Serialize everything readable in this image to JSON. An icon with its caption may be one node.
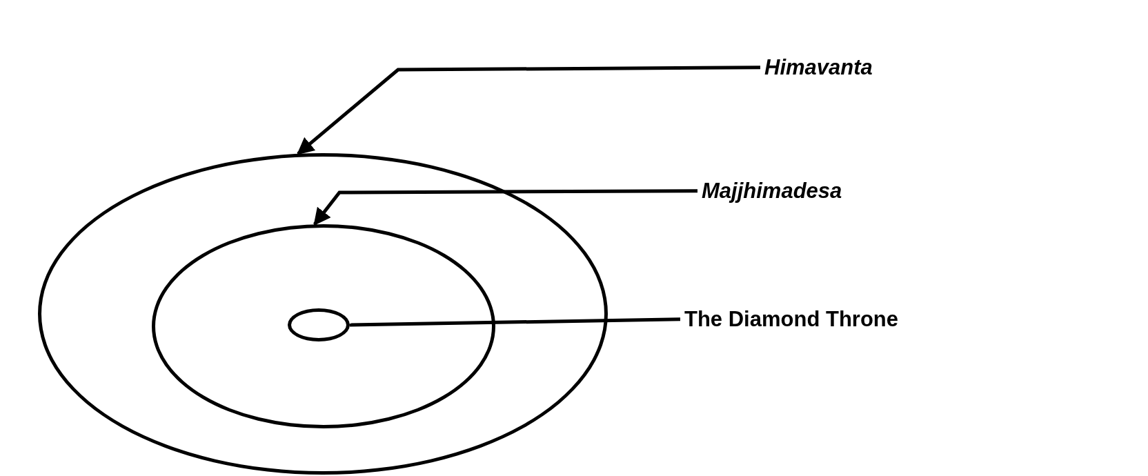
{
  "diagram": {
    "nodes": [
      {
        "text": [
          "Himavanta"
        ]
      },
      {
        "text": [
          "Majjhimadesa"
        ]
      },
      {
        "text": [
          "The Diamond Throne"
        ]
      },
      {
        "text": [],
        "shape": "circle"
      },
      {
        "text": [],
        "shape": "circle",
        "in": 3
      },
      {
        "text": [],
        "shape": "circle",
        "in": 4
      }
    ],
    "edges": [
      {
        "from": 0,
        "to": 3,
        "arrow": "to"
      },
      {
        "from": 1,
        "to": 4,
        "arrow": "to"
      },
      {
        "from": 2,
        "to": 5,
        "arrow": "none"
      }
    ]
  }
}
